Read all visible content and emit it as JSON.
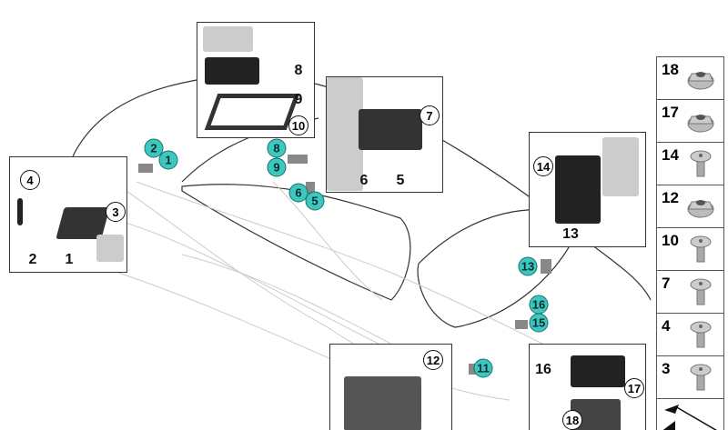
{
  "colors": {
    "callout_teal": "#3cc8c0",
    "outline": "#333333"
  },
  "callouts": [
    "2",
    "1",
    "8",
    "9",
    "6",
    "5",
    "13",
    "16",
    "15",
    "11"
  ],
  "insets": {
    "a": {
      "labels": [
        "1",
        "2"
      ],
      "circled": [
        "4",
        "3"
      ]
    },
    "b": {
      "labels": [
        "8",
        "9"
      ],
      "circled": [
        "10"
      ]
    },
    "c": {
      "labels": [
        "6",
        "5"
      ],
      "circled": [
        "7"
      ]
    },
    "d": {
      "labels": [
        "13"
      ],
      "circled": [
        "14"
      ]
    },
    "e": {
      "circled": [
        "12"
      ]
    },
    "f": {
      "labels": [
        "16"
      ],
      "circled": [
        "18",
        "17"
      ]
    }
  },
  "fasteners": [
    {
      "number": "18",
      "icon": "collar-nut-icon"
    },
    {
      "number": "17",
      "icon": "hex-nut-icon"
    },
    {
      "number": "14",
      "icon": "pan-head-screw-icon"
    },
    {
      "number": "12",
      "icon": "flange-nut-icon"
    },
    {
      "number": "10",
      "icon": "torx-bolt-icon"
    },
    {
      "number": "7",
      "icon": "torx-bolt-icon"
    },
    {
      "number": "4",
      "icon": "torx-bolt-icon"
    },
    {
      "number": "3",
      "icon": "torx-bolt-icon"
    }
  ]
}
